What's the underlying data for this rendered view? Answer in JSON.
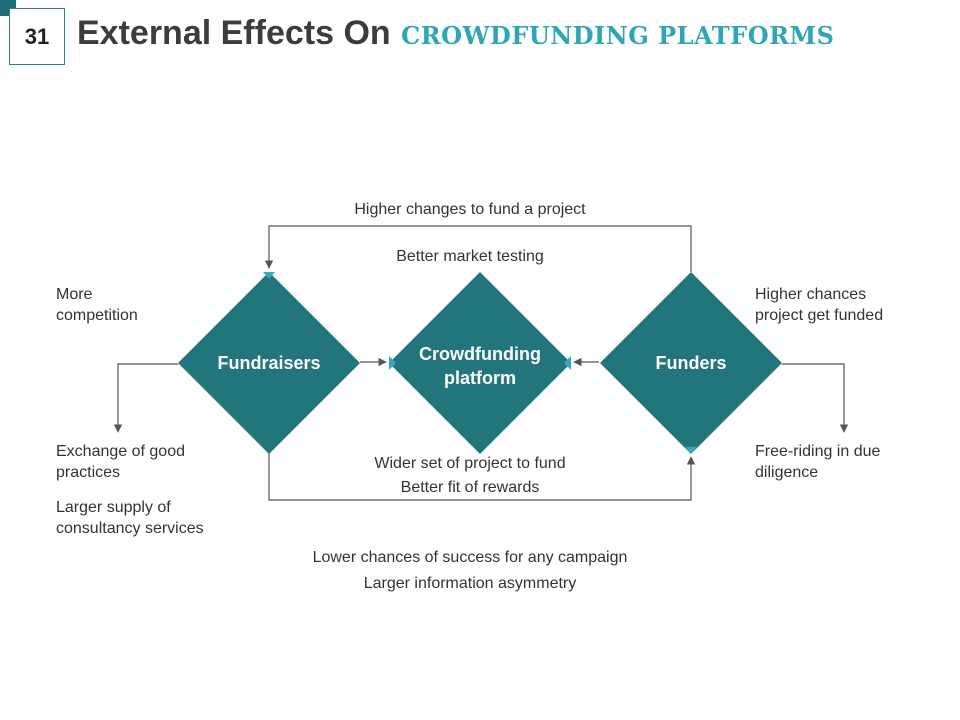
{
  "slide": {
    "number": "31",
    "title_main": "External Effects On",
    "title_accent": "CROWDFUNDING PLATFORMS"
  },
  "colors": {
    "node_fill": "#23757d",
    "node_accent": "#36a9bd",
    "connector": "#555555",
    "title_accent": "#2fa6b5"
  },
  "nodes": {
    "fundraisers": "Fundraisers",
    "platform_line1": "Crowdfunding",
    "platform_line2": "platform",
    "funders": "Funders"
  },
  "labels": {
    "top_flow": "Higher changes to fund a project",
    "center_top": "Better market testing",
    "left_top_line1": "More",
    "left_top_line2": "competition",
    "right_top_line1": "Higher chances",
    "right_top_line2": "project get funded",
    "left_bottom_1_line1": "Exchange of good",
    "left_bottom_1_line2": "practices",
    "left_bottom_2_line1": "Larger supply of",
    "left_bottom_2_line2": "consultancy services",
    "center_bottom_1": "Wider set of project to fund",
    "center_bottom_2": "Better fit of rewards",
    "right_bottom_line1": "Free-riding in due",
    "right_bottom_line2": "diligence",
    "bottom_1": "Lower chances of success for any campaign",
    "bottom_2": "Larger information asymmetry"
  }
}
